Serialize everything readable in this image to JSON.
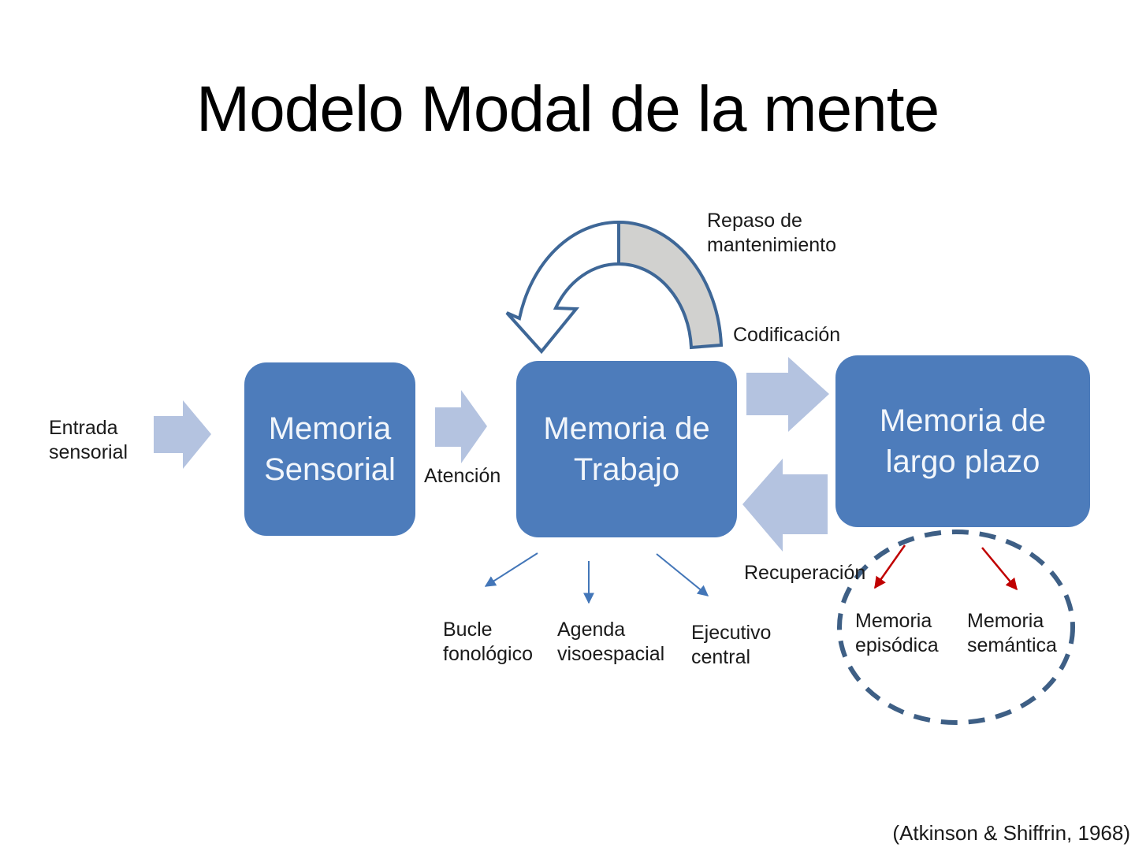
{
  "title": "Modelo Modal de la mente",
  "citation": "(Atkinson & Shiffrin, 1968)",
  "boxes": {
    "sensory": {
      "line1": "Memoria",
      "line2": "Sensorial"
    },
    "working": {
      "line1": "Memoria de",
      "line2": "Trabajo"
    },
    "longterm": {
      "line1": "Memoria de",
      "line2": "largo plazo"
    }
  },
  "labels": {
    "input_line1": "Entrada",
    "input_line2": "sensorial",
    "attention": "Atención",
    "rehearsal_line1": "Repaso de",
    "rehearsal_line2": "mantenimiento",
    "encoding": "Codificación",
    "retrieval": "Recuperación",
    "phonological_line1": "Bucle",
    "phonological_line2": "fonológico",
    "visuospatial_line1": "Agenda",
    "visuospatial_line2": "visoespacial",
    "executive_line1": "Ejecutivo",
    "executive_line2": "central",
    "episodic_line1": "Memoria",
    "episodic_line2": "episódica",
    "semantic_line1": "Memoria",
    "semantic_line2": "semántica"
  },
  "colors": {
    "box_fill": "#4d7cbb",
    "box_text": "#f2f6fb",
    "block_arrow": "#b4c3e0",
    "arch_stroke": "#3e6797",
    "arch_gray": "#d1d1cf",
    "arch_white": "#ffffff",
    "thin_arrow": "#4376b8",
    "red_arrow": "#c00000",
    "ellipse_dash": "#3e5f85",
    "text": "#1a1a1a"
  }
}
